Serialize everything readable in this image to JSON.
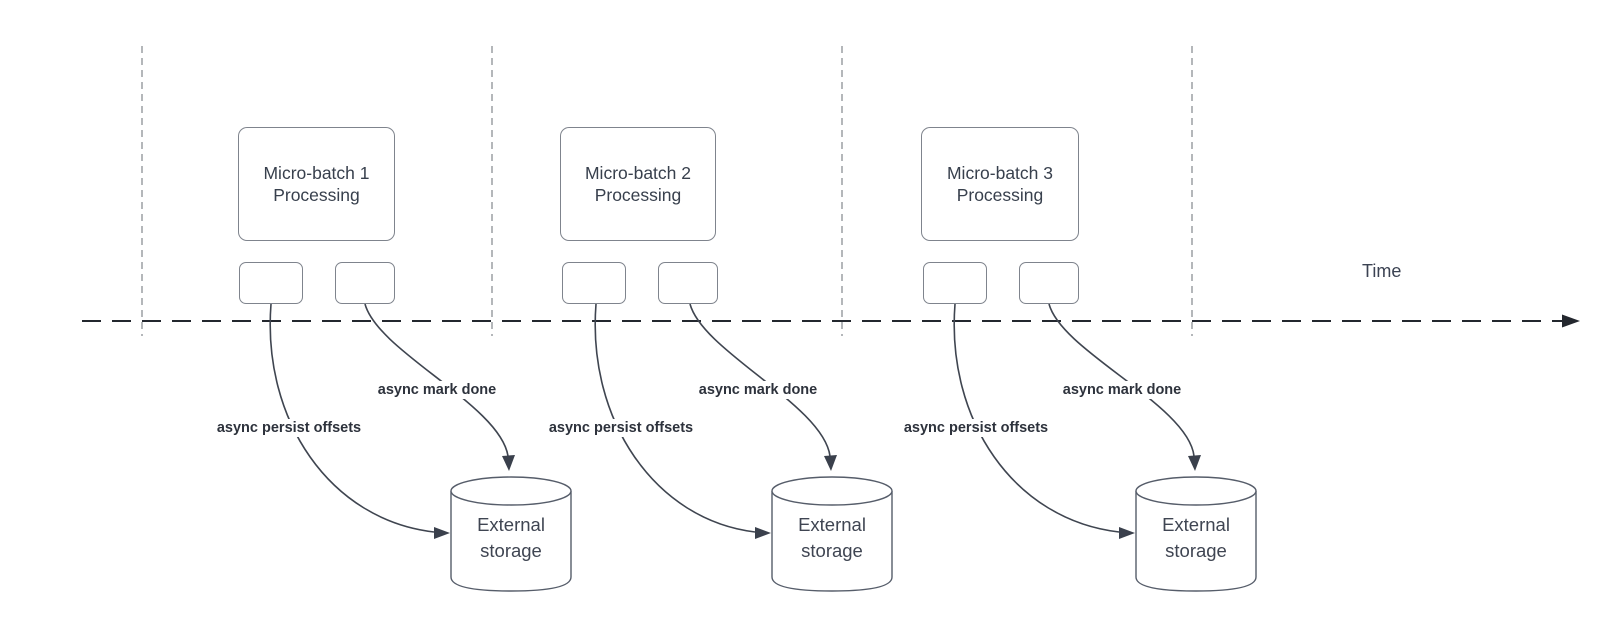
{
  "diagram": {
    "title_hint": "micro-batch async checkpointing timeline",
    "time_axis": {
      "label": "Time"
    },
    "groups": [
      {
        "title": "Micro-batch 1 Processing",
        "persist_arrow_label": "async persist offsets",
        "mark_arrow_label": "async mark done",
        "storage_label": "External storage"
      },
      {
        "title": "Micro-batch 2 Processing",
        "persist_arrow_label": "async persist offsets",
        "mark_arrow_label": "async mark done",
        "storage_label": "External storage"
      },
      {
        "title": "Micro-batch 3 Processing",
        "persist_arrow_label": "async persist offsets",
        "mark_arrow_label": "async mark done",
        "storage_label": "External storage"
      }
    ],
    "colors": {
      "background": "#ffffff",
      "box_border": "#7f848d",
      "cylinder_border": "#565d6a",
      "curve_stroke": "#3f4550",
      "timeline_stroke": "#23272e",
      "gridline_stroke": "#b4b7ba",
      "text": "#38404d",
      "label_text": "#2d323c"
    }
  }
}
